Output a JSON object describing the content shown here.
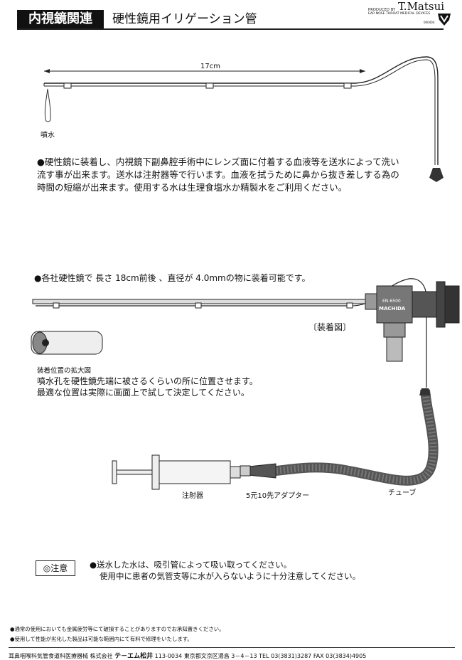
{
  "header": {
    "category": "内視鏡関連",
    "title": "硬性鏡用イリゲーション管",
    "brand_produced": "PRODUCED BY",
    "brand_name": "T.Matsui",
    "brand_subtitle": "EAR NOSE THROAT MEDICAL DEVICES",
    "brand_code": "000404"
  },
  "figure1": {
    "dimension_label": "17cm",
    "spray_label": "噴水"
  },
  "description1": [
    "●硬性鏡に装着し、内視鏡下副鼻腔手術中にレンズ面に付着する血液等を送水によって洗い",
    "流す事が出来ます。送水は注射器等で行います。血液を拭うために鼻から抜き差しする為の",
    "時間の短縮が出来ます。使用する水は生理食塩水か精製水をご利用ください。"
  ],
  "compat": "●各社硬性鏡で 長さ 18cm前後 、直径が 4.0mmの物に装着可能です。",
  "figure2": {
    "mount_label": "〔装着図〕",
    "scope_model": "EN-6500",
    "scope_brand": "MACHIDA",
    "enlarge_label": "装着位置の拡大図",
    "position_text": [
      "噴水孔を硬性鏡先端に被さるくらいの所に位置させます。",
      "最適な位置は実際に画面上で試して決定してください。"
    ],
    "syringe_label": "注射器",
    "adapter_label": "5元10先アダプター",
    "tube_label": "チューブ"
  },
  "caution": {
    "label": "◎注意",
    "lines": [
      "●送水した水は、吸引管によって吸い取ってください。",
      "使用中に患者の気管支等に水が入らないように十分注意してください。"
    ]
  },
  "footnotes": [
    "●通常の使用においても金属疲労等にて破損することがありますのでお承知置きください。",
    "●使用して性能が劣化した製品は可能な範囲内にて有料で修理をいたします。"
  ],
  "footer": {
    "category": "耳鼻咽喉科気管食道科医療器械",
    "company_prefix": "株式会社",
    "company": "テ－エム松井",
    "address": "113-0034 東京都文京区湯島 3－4－13",
    "tel": "TEL 03(3831)3287",
    "fax": "FAX 03(3834)4905"
  }
}
